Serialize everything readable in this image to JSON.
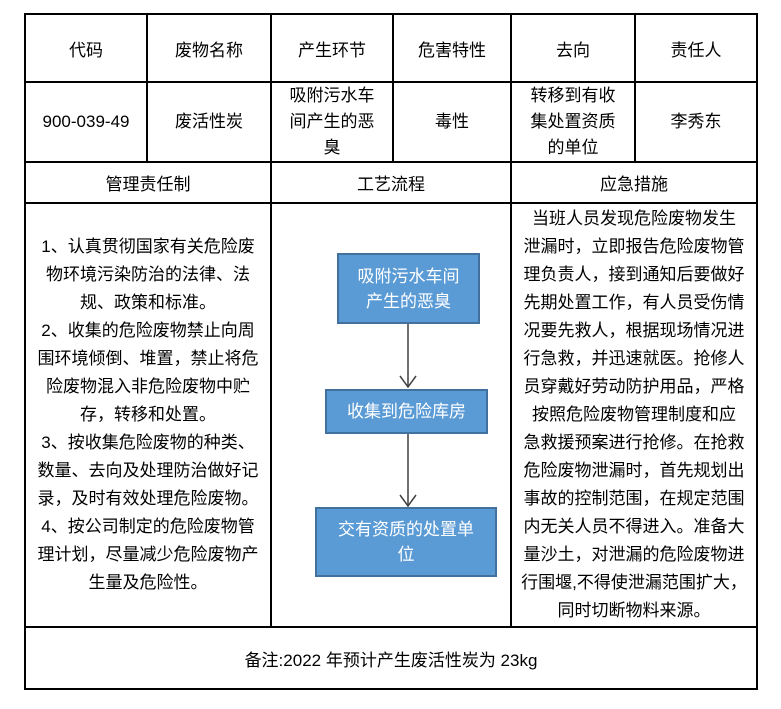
{
  "waste_table": {
    "columns": [
      "代码",
      "废物名称",
      "产生环节",
      "危害特性",
      "去向",
      "责任人"
    ],
    "record": {
      "code": "900-039-49",
      "name": "废活性炭",
      "source": "吸附污水车\n间产生的恶\n臭",
      "hazard": "毒性",
      "destination": "转移到有收\n集处置资质\n的单位",
      "responsible": "李秀东"
    },
    "sections": {
      "management": {
        "title": "管理责任制",
        "content": "1、认真贯彻国家有关危险废\n物环境污染防治的法律、法\n规、政策和标准。\n2、收集的危险废物禁止向周\n围环境倾倒、堆置，禁止将危\n险废物混入非危险废物中贮\n存，转移和处置。\n3、按收集危险废物的种类、\n数量、去向及处理防治做好记\n录，及时有效处理危险废物。\n4、按公司制定的危险废物管\n理计划，尽量减少危险废物产\n生量及危险性。"
      },
      "process": {
        "title": "工艺流程",
        "steps": [
          "吸附污水车间\n产生的恶臭",
          "收集到危险库房",
          "交有资质的处置单\n位"
        ]
      },
      "emergency": {
        "title": "应急措施",
        "content": "当班人员发现危险废物发生\n泄漏时，立即报告危险废物管\n理负责人，接到通知后要做好\n先期处置工作，有人员受伤情\n况要先救人，根据现场情况进\n行急救，并迅速就医。抢修人\n员穿戴好劳动防护用品，严格\n按照危险废物管理制度和应\n急救援预案进行抢修。在抢救\n危险废物泄漏时，首先规划出\n事故的控制范围，在规定范围\n内无关人员不得进入。准备大\n量沙土，对泄漏的危险废物进\n行围堰,不得使泄漏范围扩大，\n同时切断物料来源。"
      }
    },
    "footer_note": "备注:2022 年预计产生废活性炭为 23kg",
    "colors": {
      "flow_box_fill": "#5B9BD5",
      "flow_box_border": "#41719C",
      "flow_box_text": "#ffffff",
      "table_border": "#000000",
      "text": "#000000",
      "arrow": "#404040"
    }
  }
}
